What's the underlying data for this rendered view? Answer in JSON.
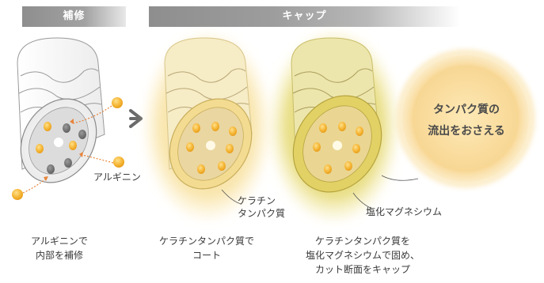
{
  "header": {
    "repair_label": "補修",
    "cap_label": "キャップ"
  },
  "stage1": {
    "callout_label": "アルギニン",
    "caption_line1": "アルギニンで",
    "caption_line2": "内部を補修"
  },
  "stage2": {
    "callout_line1": "ケラチン",
    "callout_line2": "タンパク質",
    "caption_line1": "ケラチンタンパク質で",
    "caption_line2": "コート"
  },
  "stage3": {
    "callout_label": "塩化マグネシウム",
    "caption_line1": "ケラチンタンパク質を",
    "caption_line2": "塩化マグネシウムで固め、",
    "caption_line3": "カット断面をキャップ"
  },
  "bubble": {
    "line1": "タンパク質の",
    "line2": "流出をおさえる"
  },
  "colors": {
    "header_bar": "#9a9a9a",
    "arginine": "#f2b233",
    "keratin_glow": "#f3d98a",
    "magnesium_glow": "#d9d35a",
    "bubble": "#f7d58c",
    "arrow": "#6a6a6a"
  },
  "icons": {
    "process_arrow": "chevron-right-arrow"
  }
}
